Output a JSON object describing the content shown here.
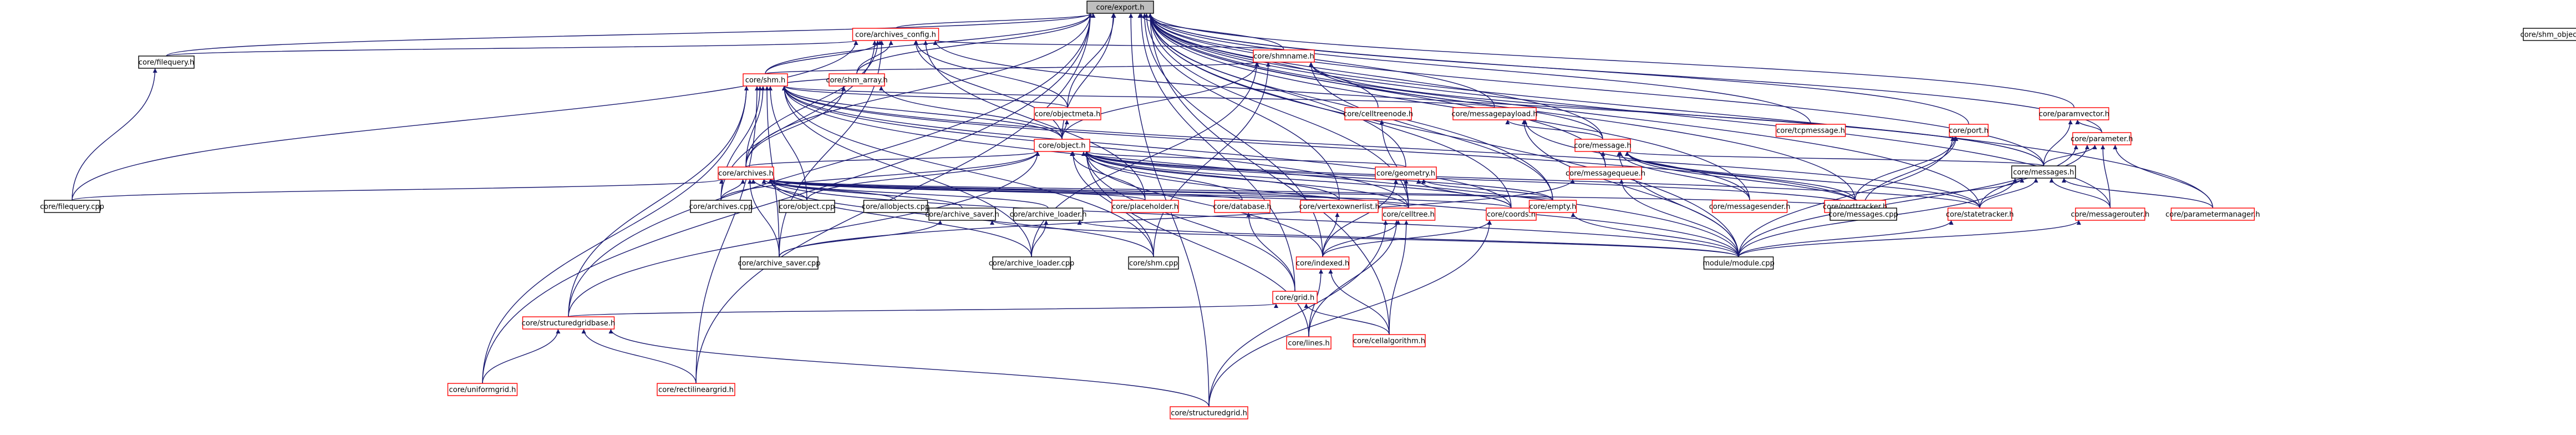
{
  "colors": {
    "root_fill": "#bfbfbf",
    "node_fill": "#ffffff",
    "red_border": "#ff0000",
    "black_border": "#000000",
    "edge": "#191970",
    "text": "#000000"
  },
  "graph": {
    "root": "export",
    "nodes": [
      {
        "id": "export",
        "label": "core/export.h",
        "style": "root"
      },
      {
        "id": "shm_object",
        "label": "core/shm_object.",
        "style": "black"
      },
      {
        "id": "archives_config",
        "label": "core/archives_config.h",
        "style": "red"
      },
      {
        "id": "shmname",
        "label": "core/shmname.h",
        "style": "red"
      },
      {
        "id": "filequery_h",
        "label": "core/filequery.h",
        "style": "black"
      },
      {
        "id": "shm_h",
        "label": "core/shm.h",
        "style": "red"
      },
      {
        "id": "shm_array",
        "label": "core/shm_array.h",
        "style": "red"
      },
      {
        "id": "celltreenode",
        "label": "core/celltreenode.h",
        "style": "red"
      },
      {
        "id": "objectmeta",
        "label": "core/objectmeta.h",
        "style": "red"
      },
      {
        "id": "messagepayload",
        "label": "core/messagepayload.h",
        "style": "red"
      },
      {
        "id": "tcpmessage",
        "label": "core/tcpmessage.h",
        "style": "red"
      },
      {
        "id": "paramvector",
        "label": "core/paramvector.h",
        "style": "red"
      },
      {
        "id": "port",
        "label": "core/port.h",
        "style": "red"
      },
      {
        "id": "parameter",
        "label": "core/parameter.h",
        "style": "red"
      },
      {
        "id": "object_h",
        "label": "core/object.h",
        "style": "red"
      },
      {
        "id": "message_h",
        "label": "core/message.h",
        "style": "red"
      },
      {
        "id": "messages_h",
        "label": "core/messages.h",
        "style": "black"
      },
      {
        "id": "archives_h",
        "label": "core/archives.h",
        "style": "red"
      },
      {
        "id": "geometry",
        "label": "core/geometry.h",
        "style": "red"
      },
      {
        "id": "messagequeue",
        "label": "core/messagequeue.h",
        "style": "red"
      },
      {
        "id": "messagesender",
        "label": "core/messagesender.h",
        "style": "red"
      },
      {
        "id": "porttracker",
        "label": "core/porttracker.h",
        "style": "red"
      },
      {
        "id": "filequery_cpp",
        "label": "core/filequery.cpp",
        "style": "black"
      },
      {
        "id": "archives_cpp",
        "label": "core/archives.cpp",
        "style": "black"
      },
      {
        "id": "object_cpp",
        "label": "core/object.cpp",
        "style": "black"
      },
      {
        "id": "allobjects",
        "label": "core/allobjects.cpp",
        "style": "black"
      },
      {
        "id": "archive_saver_h",
        "label": "core/archive_saver.h",
        "style": "black"
      },
      {
        "id": "archive_loader_h",
        "label": "core/archive_loader.h",
        "style": "black"
      },
      {
        "id": "placeholder",
        "label": "core/placeholder.h",
        "style": "red"
      },
      {
        "id": "database",
        "label": "core/database.h",
        "style": "red"
      },
      {
        "id": "vertexownerlist",
        "label": "core/vertexownerlist.h",
        "style": "red"
      },
      {
        "id": "celltree",
        "label": "core/celltree.h",
        "style": "red"
      },
      {
        "id": "coords",
        "label": "core/coords.h",
        "style": "red"
      },
      {
        "id": "empty",
        "label": "core/empty.h",
        "style": "red"
      },
      {
        "id": "messages_cpp",
        "label": "core/messages.cpp",
        "style": "black"
      },
      {
        "id": "statetracker",
        "label": "core/statetracker.h",
        "style": "red"
      },
      {
        "id": "messagerouter",
        "label": "core/messagerouter.h",
        "style": "red"
      },
      {
        "id": "parametermanager",
        "label": "core/parametermanager.h",
        "style": "red"
      },
      {
        "id": "archive_saver_cpp",
        "label": "core/archive_saver.cpp",
        "style": "black"
      },
      {
        "id": "archive_loader_cpp",
        "label": "core/archive_loader.cpp",
        "style": "black"
      },
      {
        "id": "shm_cpp",
        "label": "core/shm.cpp",
        "style": "black"
      },
      {
        "id": "indexed",
        "label": "core/indexed.h",
        "style": "red"
      },
      {
        "id": "module_cpp",
        "label": "module/module.cpp",
        "style": "black"
      },
      {
        "id": "grid",
        "label": "core/grid.h",
        "style": "red"
      },
      {
        "id": "lines",
        "label": "core/lines.h",
        "style": "red"
      },
      {
        "id": "cellalgorithm",
        "label": "core/cellalgorithm.h",
        "style": "red"
      },
      {
        "id": "structuredgridbase",
        "label": "core/structuredgridbase.h",
        "style": "red"
      },
      {
        "id": "uniformgrid",
        "label": "core/uniformgrid.h",
        "style": "red"
      },
      {
        "id": "rectilineargrid",
        "label": "core/rectilineargrid.h",
        "style": "red"
      },
      {
        "id": "structuredgrid",
        "label": "core/structuredgrid.h",
        "style": "red"
      }
    ],
    "edges": [
      [
        "archives_config",
        "export"
      ],
      [
        "shmname",
        "export"
      ],
      [
        "filequery_h",
        "export"
      ],
      [
        "shm_h",
        "export"
      ],
      [
        "shm_array",
        "export"
      ],
      [
        "celltreenode",
        "export"
      ],
      [
        "objectmeta",
        "export"
      ],
      [
        "messagepayload",
        "export"
      ],
      [
        "tcpmessage",
        "export"
      ],
      [
        "paramvector",
        "export"
      ],
      [
        "port",
        "export"
      ],
      [
        "parameter",
        "export"
      ],
      [
        "object_h",
        "export"
      ],
      [
        "message_h",
        "export"
      ],
      [
        "messages_h",
        "export"
      ],
      [
        "archives_h",
        "export"
      ],
      [
        "geometry",
        "export"
      ],
      [
        "messagequeue",
        "export"
      ],
      [
        "messagesender",
        "export"
      ],
      [
        "porttracker",
        "export"
      ],
      [
        "coords",
        "export"
      ],
      [
        "empty",
        "export"
      ],
      [
        "statetracker",
        "export"
      ],
      [
        "messagerouter",
        "export"
      ],
      [
        "parametermanager",
        "export"
      ],
      [
        "module_cpp",
        "export"
      ],
      [
        "grid",
        "export"
      ],
      [
        "indexed",
        "export"
      ],
      [
        "cellalgorithm",
        "export"
      ],
      [
        "structuredgridbase",
        "export"
      ],
      [
        "uniformgrid",
        "export"
      ],
      [
        "rectilineargrid",
        "export"
      ],
      [
        "structuredgrid",
        "export"
      ],
      [
        "vertexownerlist",
        "export"
      ],
      [
        "celltree",
        "export"
      ],
      [
        "filequery_h",
        "archives_config"
      ],
      [
        "shmname",
        "archives_config"
      ],
      [
        "shm_h",
        "archives_config"
      ],
      [
        "shm_array",
        "archives_config"
      ],
      [
        "objectmeta",
        "archives_config"
      ],
      [
        "object_h",
        "archives_config"
      ],
      [
        "archives_h",
        "archives_config"
      ],
      [
        "filequery_cpp",
        "archives_config"
      ],
      [
        "archives_cpp",
        "archives_config"
      ],
      [
        "archive_saver_cpp",
        "archives_config"
      ],
      [
        "messages_h",
        "archives_config"
      ],
      [
        "placeholder",
        "archives_config"
      ],
      [
        "shm_h",
        "shmname"
      ],
      [
        "object_h",
        "shmname"
      ],
      [
        "message_h",
        "shmname"
      ],
      [
        "messages_h",
        "shmname"
      ],
      [
        "empty",
        "shmname"
      ],
      [
        "shm_cpp",
        "shmname"
      ],
      [
        "archive_loader_cpp",
        "shmname"
      ],
      [
        "filequery_cpp",
        "filequery_h"
      ],
      [
        "shm_array",
        "shm_h"
      ],
      [
        "objectmeta",
        "shm_h"
      ],
      [
        "messagepayload",
        "shm_h"
      ],
      [
        "object_h",
        "shm_h"
      ],
      [
        "archives_h",
        "shm_h"
      ],
      [
        "archives_cpp",
        "shm_h"
      ],
      [
        "object_cpp",
        "shm_h"
      ],
      [
        "shm_cpp",
        "shm_h"
      ],
      [
        "module_cpp",
        "shm_h"
      ],
      [
        "structuredgridbase",
        "shm_h"
      ],
      [
        "uniformgrid",
        "shm_h"
      ],
      [
        "rectilineargrid",
        "shm_h"
      ],
      [
        "messages_cpp",
        "shm_h"
      ],
      [
        "coords",
        "shm_h"
      ],
      [
        "celltree",
        "shm_h"
      ],
      [
        "statetracker",
        "shm_h"
      ],
      [
        "archive_saver_cpp",
        "shm_h"
      ],
      [
        "archive_loader_cpp",
        "shm_h"
      ],
      [
        "archives_h",
        "shm_array"
      ],
      [
        "object_h",
        "shm_array"
      ],
      [
        "celltree",
        "celltreenode"
      ],
      [
        "object_h",
        "objectmeta"
      ],
      [
        "message_h",
        "messagepayload"
      ],
      [
        "messagesender",
        "messagepayload"
      ],
      [
        "module_cpp",
        "messagepayload"
      ],
      [
        "messages_h",
        "paramvector"
      ],
      [
        "parameter",
        "paramvector"
      ],
      [
        "porttracker",
        "port"
      ],
      [
        "messages_cpp",
        "port"
      ],
      [
        "module_cpp",
        "port"
      ],
      [
        "messages_h",
        "parameter"
      ],
      [
        "parametermanager",
        "parameter"
      ],
      [
        "statetracker",
        "parameter"
      ],
      [
        "messagerouter",
        "parameter"
      ],
      [
        "module_cpp",
        "parameter"
      ],
      [
        "archives_h",
        "object_h"
      ],
      [
        "geometry",
        "object_h"
      ],
      [
        "placeholder",
        "object_h"
      ],
      [
        "database",
        "object_h"
      ],
      [
        "vertexownerlist",
        "object_h"
      ],
      [
        "celltree",
        "object_h"
      ],
      [
        "coords",
        "object_h"
      ],
      [
        "empty",
        "object_h"
      ],
      [
        "archives_cpp",
        "object_h"
      ],
      [
        "object_cpp",
        "object_h"
      ],
      [
        "shm_cpp",
        "object_h"
      ],
      [
        "indexed",
        "object_h"
      ],
      [
        "module_cpp",
        "object_h"
      ],
      [
        "grid",
        "object_h"
      ],
      [
        "lines",
        "object_h"
      ],
      [
        "structuredgridbase",
        "object_h"
      ],
      [
        "statetracker",
        "object_h"
      ],
      [
        "messages_cpp",
        "object_h"
      ],
      [
        "messages_h",
        "message_h"
      ],
      [
        "messagequeue",
        "message_h"
      ],
      [
        "messagesender",
        "message_h"
      ],
      [
        "porttracker",
        "message_h"
      ],
      [
        "statetracker",
        "message_h"
      ],
      [
        "module_cpp",
        "message_h"
      ],
      [
        "messages_cpp",
        "message_h"
      ],
      [
        "statetracker",
        "messages_h"
      ],
      [
        "messagerouter",
        "messages_h"
      ],
      [
        "parametermanager",
        "messages_h"
      ],
      [
        "messages_cpp",
        "messages_h"
      ],
      [
        "module_cpp",
        "messages_h"
      ],
      [
        "filequery_cpp",
        "archives_h"
      ],
      [
        "archives_cpp",
        "archives_h"
      ],
      [
        "object_cpp",
        "archives_h"
      ],
      [
        "allobjects",
        "archives_h"
      ],
      [
        "archive_saver_h",
        "archives_h"
      ],
      [
        "archive_loader_h",
        "archives_h"
      ],
      [
        "placeholder",
        "archives_h"
      ],
      [
        "database",
        "archives_h"
      ],
      [
        "vertexownerlist",
        "archives_h"
      ],
      [
        "celltree",
        "archives_h"
      ],
      [
        "coords",
        "archives_h"
      ],
      [
        "empty",
        "archives_h"
      ],
      [
        "shm_cpp",
        "archives_h"
      ],
      [
        "archive_saver_cpp",
        "archives_h"
      ],
      [
        "archive_loader_cpp",
        "archives_h"
      ],
      [
        "module_cpp",
        "archives_h"
      ],
      [
        "messages_cpp",
        "archives_h"
      ],
      [
        "archive_saver_cpp",
        "archive_saver_h"
      ],
      [
        "module_cpp",
        "archive_saver_h"
      ],
      [
        "archive_loader_cpp",
        "archive_loader_h"
      ],
      [
        "module_cpp",
        "archive_loader_h"
      ],
      [
        "celltree",
        "geometry"
      ],
      [
        "coords",
        "geometry"
      ],
      [
        "empty",
        "geometry"
      ],
      [
        "indexed",
        "geometry"
      ],
      [
        "module_cpp",
        "messagequeue"
      ],
      [
        "archive_saver_cpp",
        "messagequeue"
      ],
      [
        "grid",
        "database"
      ],
      [
        "indexed",
        "vertexownerlist"
      ],
      [
        "indexed",
        "celltree"
      ],
      [
        "lines",
        "celltree"
      ],
      [
        "cellalgorithm",
        "celltree"
      ],
      [
        "structuredgrid",
        "celltree"
      ],
      [
        "indexed",
        "coords"
      ],
      [
        "structuredgrid",
        "coords"
      ],
      [
        "module_cpp",
        "empty"
      ],
      [
        "module_cpp",
        "statetracker"
      ],
      [
        "module_cpp",
        "messagerouter"
      ],
      [
        "lines",
        "indexed"
      ],
      [
        "cellalgorithm",
        "indexed"
      ],
      [
        "structuredgridbase",
        "grid"
      ],
      [
        "cellalgorithm",
        "grid"
      ],
      [
        "uniformgrid",
        "structuredgridbase"
      ],
      [
        "rectilineargrid",
        "structuredgridbase"
      ],
      [
        "structuredgrid",
        "structuredgridbase"
      ]
    ]
  }
}
